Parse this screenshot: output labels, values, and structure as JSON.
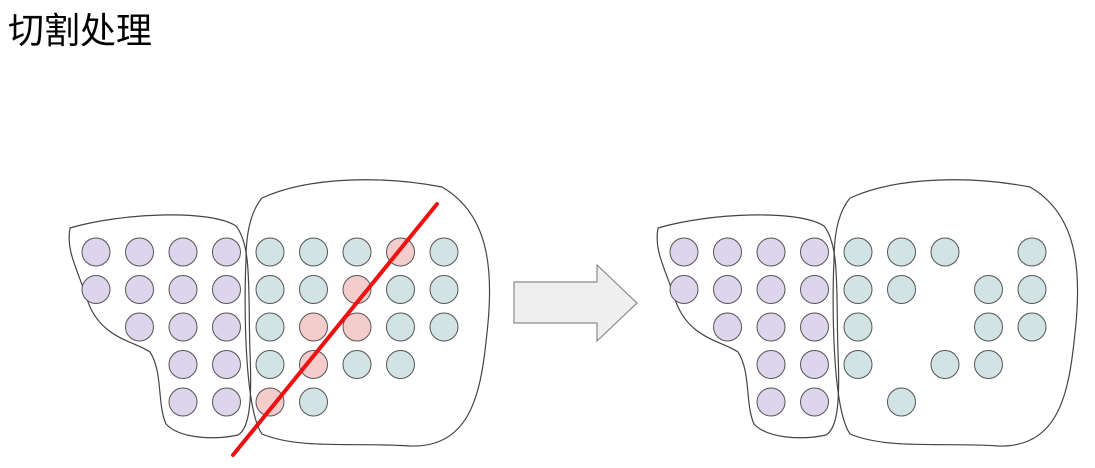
{
  "title": "切割处理",
  "colors": {
    "purple": "#dcd5ec",
    "teal": "#d2e3e3",
    "red": "#f4c7c6",
    "cut_line": "#ee1111",
    "outline": "#444444",
    "arrow_fill": "#efefef",
    "arrow_stroke": "#8a8a8a"
  },
  "icons": {
    "arrow": "right-arrow-icon"
  },
  "before": {
    "rows": [
      [
        "P",
        "P",
        "P",
        "P",
        "T",
        "T",
        "T",
        "R",
        "T"
      ],
      [
        "P",
        "P",
        "P",
        "P",
        "T",
        "T",
        "R",
        "T",
        "T"
      ],
      [
        null,
        "P",
        "P",
        "P",
        "T",
        "R",
        "R",
        "T",
        "T"
      ],
      [
        null,
        null,
        "P",
        "P",
        "T",
        "R",
        "T",
        "T",
        null
      ],
      [
        null,
        null,
        "P",
        "P",
        "R",
        "T",
        null,
        null,
        null
      ]
    ]
  },
  "after": {
    "rows": [
      [
        "P",
        "P",
        "P",
        "P",
        "T",
        "T",
        "T",
        null,
        "T"
      ],
      [
        "P",
        "P",
        "P",
        "P",
        "T",
        "T",
        null,
        "T",
        "T"
      ],
      [
        null,
        "P",
        "P",
        "P",
        "T",
        null,
        null,
        "T",
        "T"
      ],
      [
        null,
        null,
        "P",
        "P",
        "T",
        null,
        "T",
        "T",
        null
      ],
      [
        null,
        null,
        "P",
        "P",
        null,
        "T",
        null,
        null,
        null
      ]
    ]
  }
}
